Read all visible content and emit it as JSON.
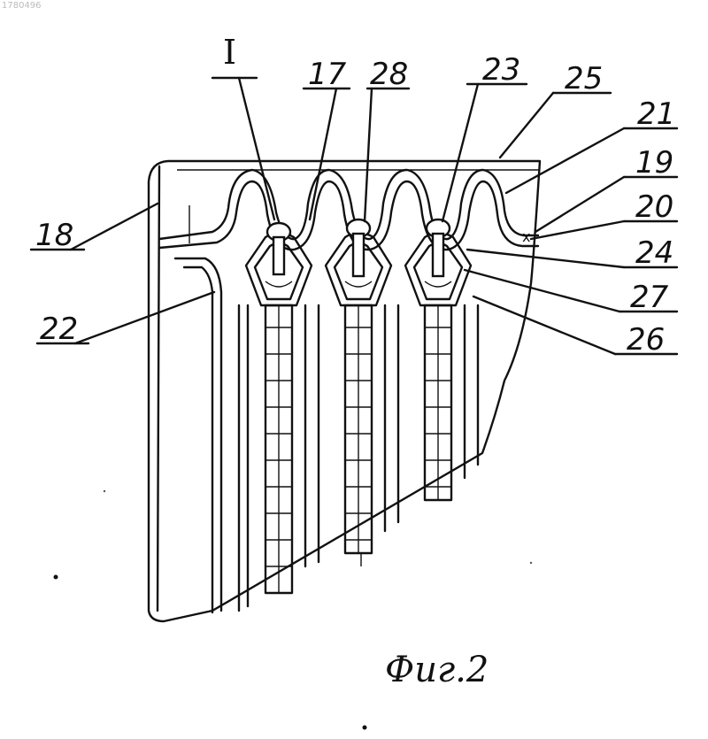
{
  "document": {
    "corner_stamp": "1780496",
    "section_mark": "I",
    "caption": "Фиг.2",
    "labels": {
      "l17": "17",
      "l28": "28",
      "l23": "23",
      "l25": "25",
      "l21": "21",
      "l19": "19",
      "l20": "20",
      "l24": "24",
      "l27": "27",
      "l26": "26",
      "l18": "18",
      "l22": "22"
    }
  }
}
